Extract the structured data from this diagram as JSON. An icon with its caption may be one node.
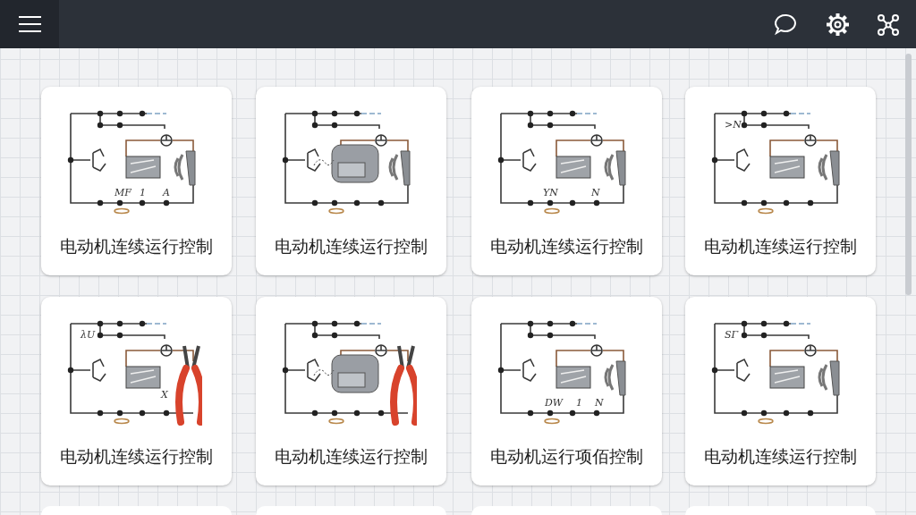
{
  "diagram": {
    "nodes": [
      {
        "text": [
          "电动机连续运行控制"
        ]
      },
      {
        "text": [
          "电动机连续运行控制"
        ]
      },
      {
        "text": [
          "电动机连续运行控制"
        ]
      },
      {
        "text": [
          "电动机连续运行控制"
        ]
      },
      {
        "text": [
          "电动机连续运行控制"
        ]
      },
      {
        "text": [
          "电动机连续运行控制"
        ]
      },
      {
        "text": [
          "电动机运行项佰控制"
        ]
      },
      {
        "text": [
          "电动机连续运行控制"
        ]
      }
    ],
    "labels": [
      "MF",
      "1",
      "A",
      "YN",
      "N",
      ">N",
      "λU",
      "X",
      "DW",
      "1",
      "N",
      "SΓ"
    ]
  }
}
